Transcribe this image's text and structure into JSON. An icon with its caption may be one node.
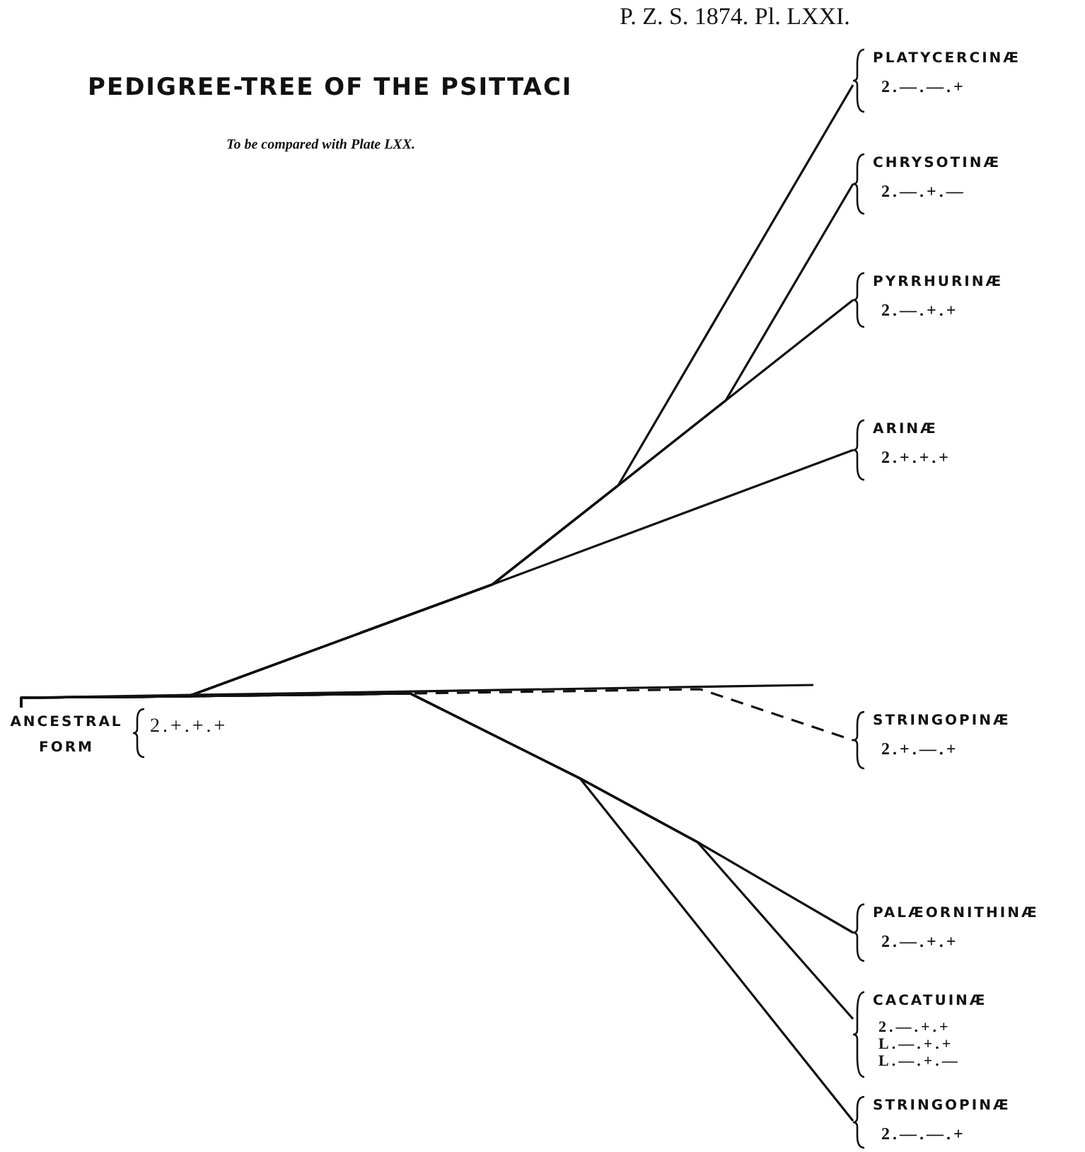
{
  "diagram": {
    "title": "PEDIGREE-TREE OF THE PSITTACI",
    "nodes": [
      {
        "text": [
          "ANCESTRAL FORM",
          "2.+.+.+"
        ]
      },
      {
        "text": [
          "PLATYCERCINÆ",
          "2.—.—.+"
        ]
      },
      {
        "text": [
          "CHRYSOTINÆ",
          "2.—.+.—"
        ]
      },
      {
        "text": [
          "PYRRHURINÆ",
          "2.—.+.+"
        ]
      },
      {
        "text": [
          "ARINÆ",
          "2.+.+.+"
        ]
      },
      {
        "text": [
          "STRINGOPINÆ",
          "2.+.—.+"
        ]
      },
      {
        "text": [
          "PALÆORNITHINÆ",
          "2.—.+.+"
        ]
      },
      {
        "text": [
          "CACATUINÆ",
          "2.—.+.+",
          "L.—.+.+",
          "L.—.+.—"
        ]
      },
      {
        "text": [
          "STRINGOPINÆ",
          "2.—.—.+"
        ]
      }
    ],
    "edges": [
      {
        "from": 0,
        "to": 1,
        "arrow": "none"
      },
      {
        "from": 0,
        "to": 2,
        "arrow": "none"
      },
      {
        "from": 0,
        "to": 3,
        "arrow": "none"
      },
      {
        "from": 0,
        "to": 4,
        "arrow": "none"
      },
      {
        "from": 0,
        "to": 5,
        "arrow": "none",
        "style": "dashed"
      },
      {
        "from": 0,
        "to": 6,
        "arrow": "none"
      },
      {
        "from": 0,
        "to": 7,
        "arrow": "none"
      },
      {
        "from": 0,
        "to": 8,
        "arrow": "none"
      }
    ],
    "labels": [
      "P. Z. S. 1874. Pl. LXXI.",
      "To be compared with Plate LXX."
    ]
  }
}
